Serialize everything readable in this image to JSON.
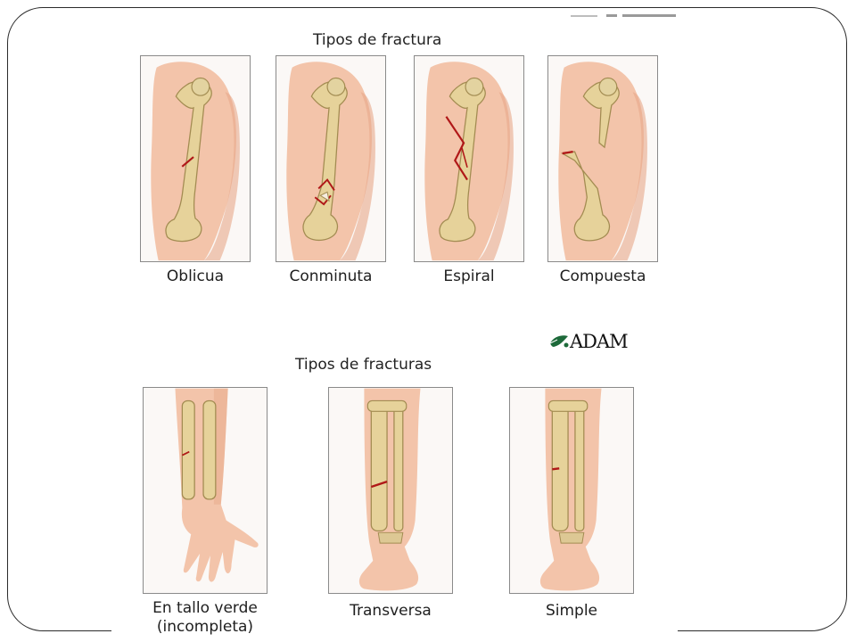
{
  "top_section": {
    "title": "Tipos de fractura",
    "panels": [
      {
        "label": "Oblicua"
      },
      {
        "label": "Conminuta"
      },
      {
        "label": "Espiral"
      },
      {
        "label": "Compuesta"
      }
    ]
  },
  "bottom_section": {
    "title": "Tipos de fracturas",
    "panels": [
      {
        "label_line1": "En tallo verde",
        "label_line2": "(incompleta)"
      },
      {
        "label_line1": "Transversa"
      },
      {
        "label_line1": "Simple"
      }
    ]
  },
  "logo": {
    "text": "ADAM",
    "icon": "leaf-icon"
  },
  "colors": {
    "skin": "#f3c4aa",
    "skin_shadow": "#e7a98a",
    "bone": "#e6d29a",
    "bone_outline": "#a38c52",
    "fracture": "#b01818",
    "panel_border": "#8a8a8a",
    "slide_border": "#2b2b2b"
  }
}
